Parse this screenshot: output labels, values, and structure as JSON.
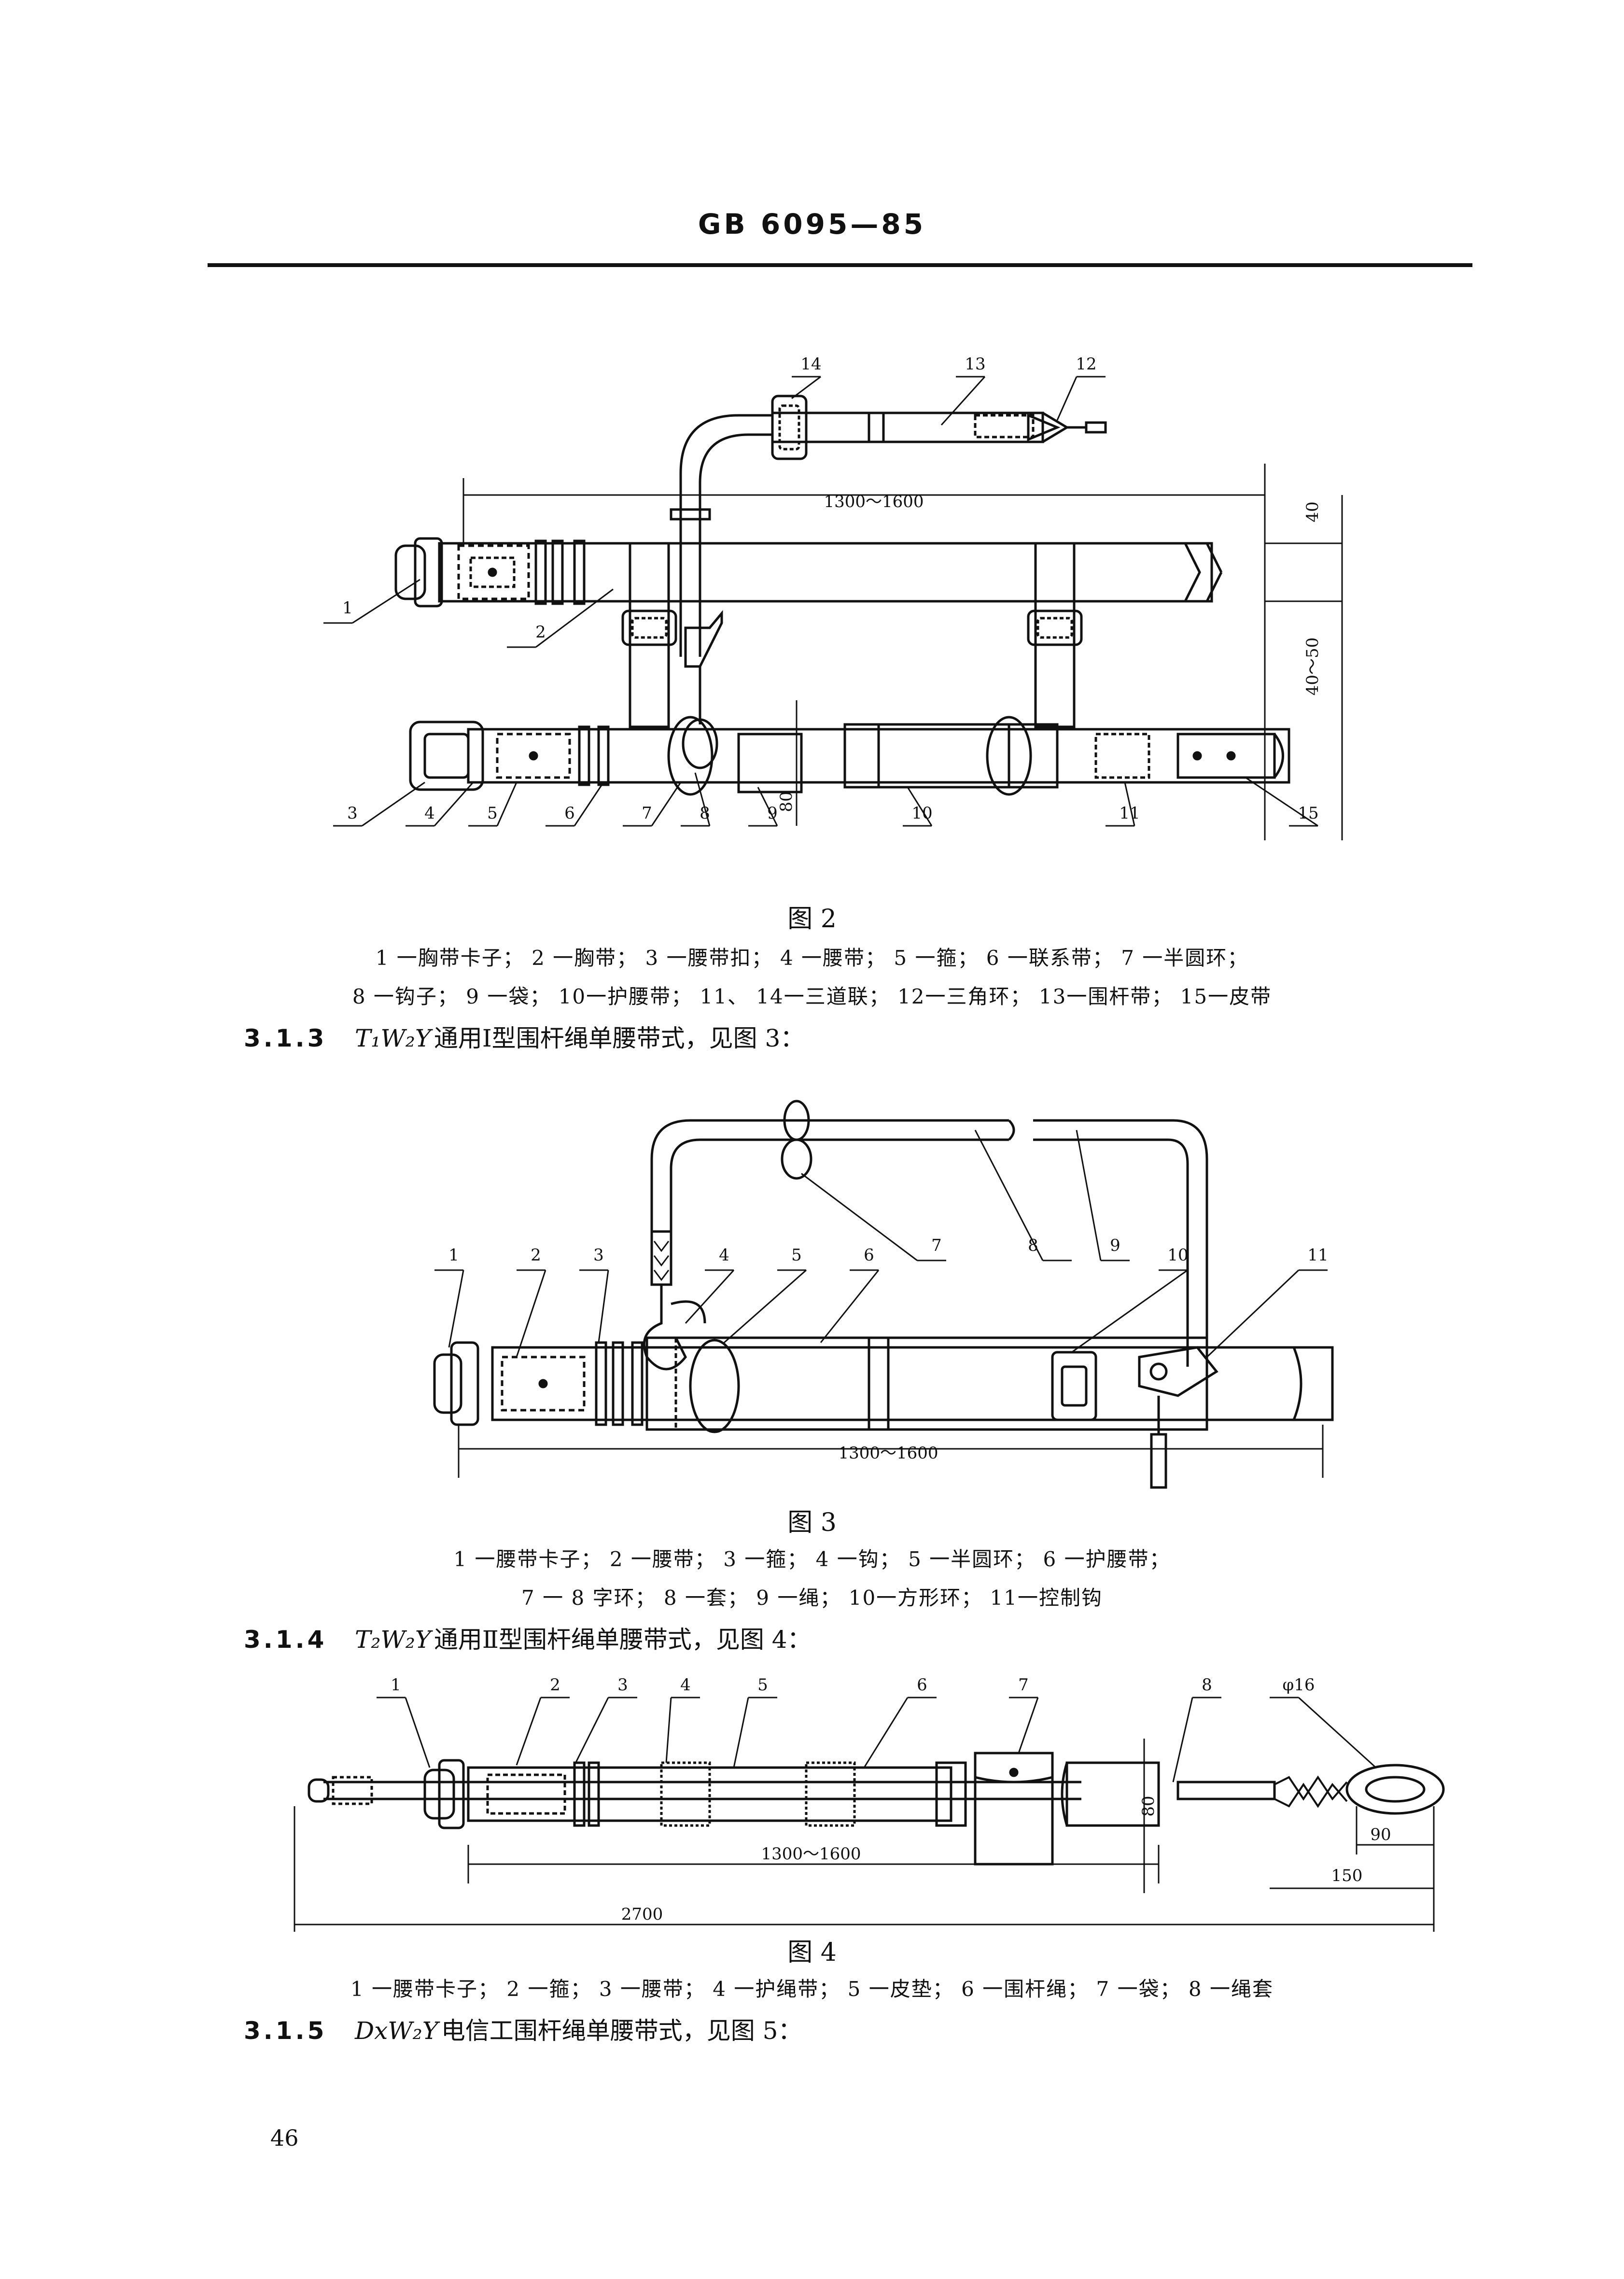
{
  "header": {
    "standard_no": "GB 6095—85"
  },
  "figure2": {
    "caption": "图 2",
    "legend_line1": "1 一胸带卡子； 2 一胸带； 3 一腰带扣； 4 一腰带； 5 一箍； 6 一联系带； 7 一半圆环；",
    "legend_line2": "8 一钩子； 9 一袋； 10一护腰带； 11、 14一三道联； 12一三角环； 13一围杆带； 15一皮带",
    "dim_length": "1300～1600",
    "dim_top": "40",
    "dim_gap": "40～50",
    "dim_height": "80",
    "callouts": [
      "1",
      "2",
      "3",
      "4",
      "5",
      "6",
      "7",
      "8",
      "9",
      "10",
      "11",
      "12",
      "13",
      "14",
      "15"
    ]
  },
  "section_313": {
    "number": "3.1.3",
    "model": "T₁W₂Y",
    "text": "通用Ⅰ型围杆绳单腰带式，见图 3："
  },
  "figure3": {
    "caption": "图 3",
    "legend_line1": "1 一腰带卡子； 2 一腰带； 3 一箍； 4 一钩； 5 一半圆环； 6 一护腰带；",
    "legend_line2": "7 一 8 字环； 8 一套； 9 一绳； 10一方形环； 11一控制钩",
    "dim_length": "1300～1600",
    "callouts": [
      "1",
      "2",
      "3",
      "4",
      "5",
      "6",
      "7",
      "8",
      "9",
      "10",
      "11"
    ]
  },
  "section_314": {
    "number": "3.1.4",
    "model": "T₂W₂Y",
    "text": "通用Ⅱ型围杆绳单腰带式，见图 4："
  },
  "figure4": {
    "caption": "图 4",
    "legend_line1": "1 一腰带卡子； 2 一箍； 3 一腰带； 4 一护绳带； 5 一皮垫； 6 一围杆绳； 7 一袋； 8 一绳套",
    "dim_length": "1300～1600",
    "dim_total": "2700",
    "dim_height": "80",
    "dim_90": "90",
    "dim_150": "150",
    "dim_phi": "φ16",
    "callouts": [
      "1",
      "2",
      "3",
      "4",
      "5",
      "6",
      "7",
      "8"
    ]
  },
  "section_315": {
    "number": "3.1.5",
    "model": "DxW₂Y",
    "text": "电信工围杆绳单腰带式，见图 5："
  },
  "page_number": "46"
}
